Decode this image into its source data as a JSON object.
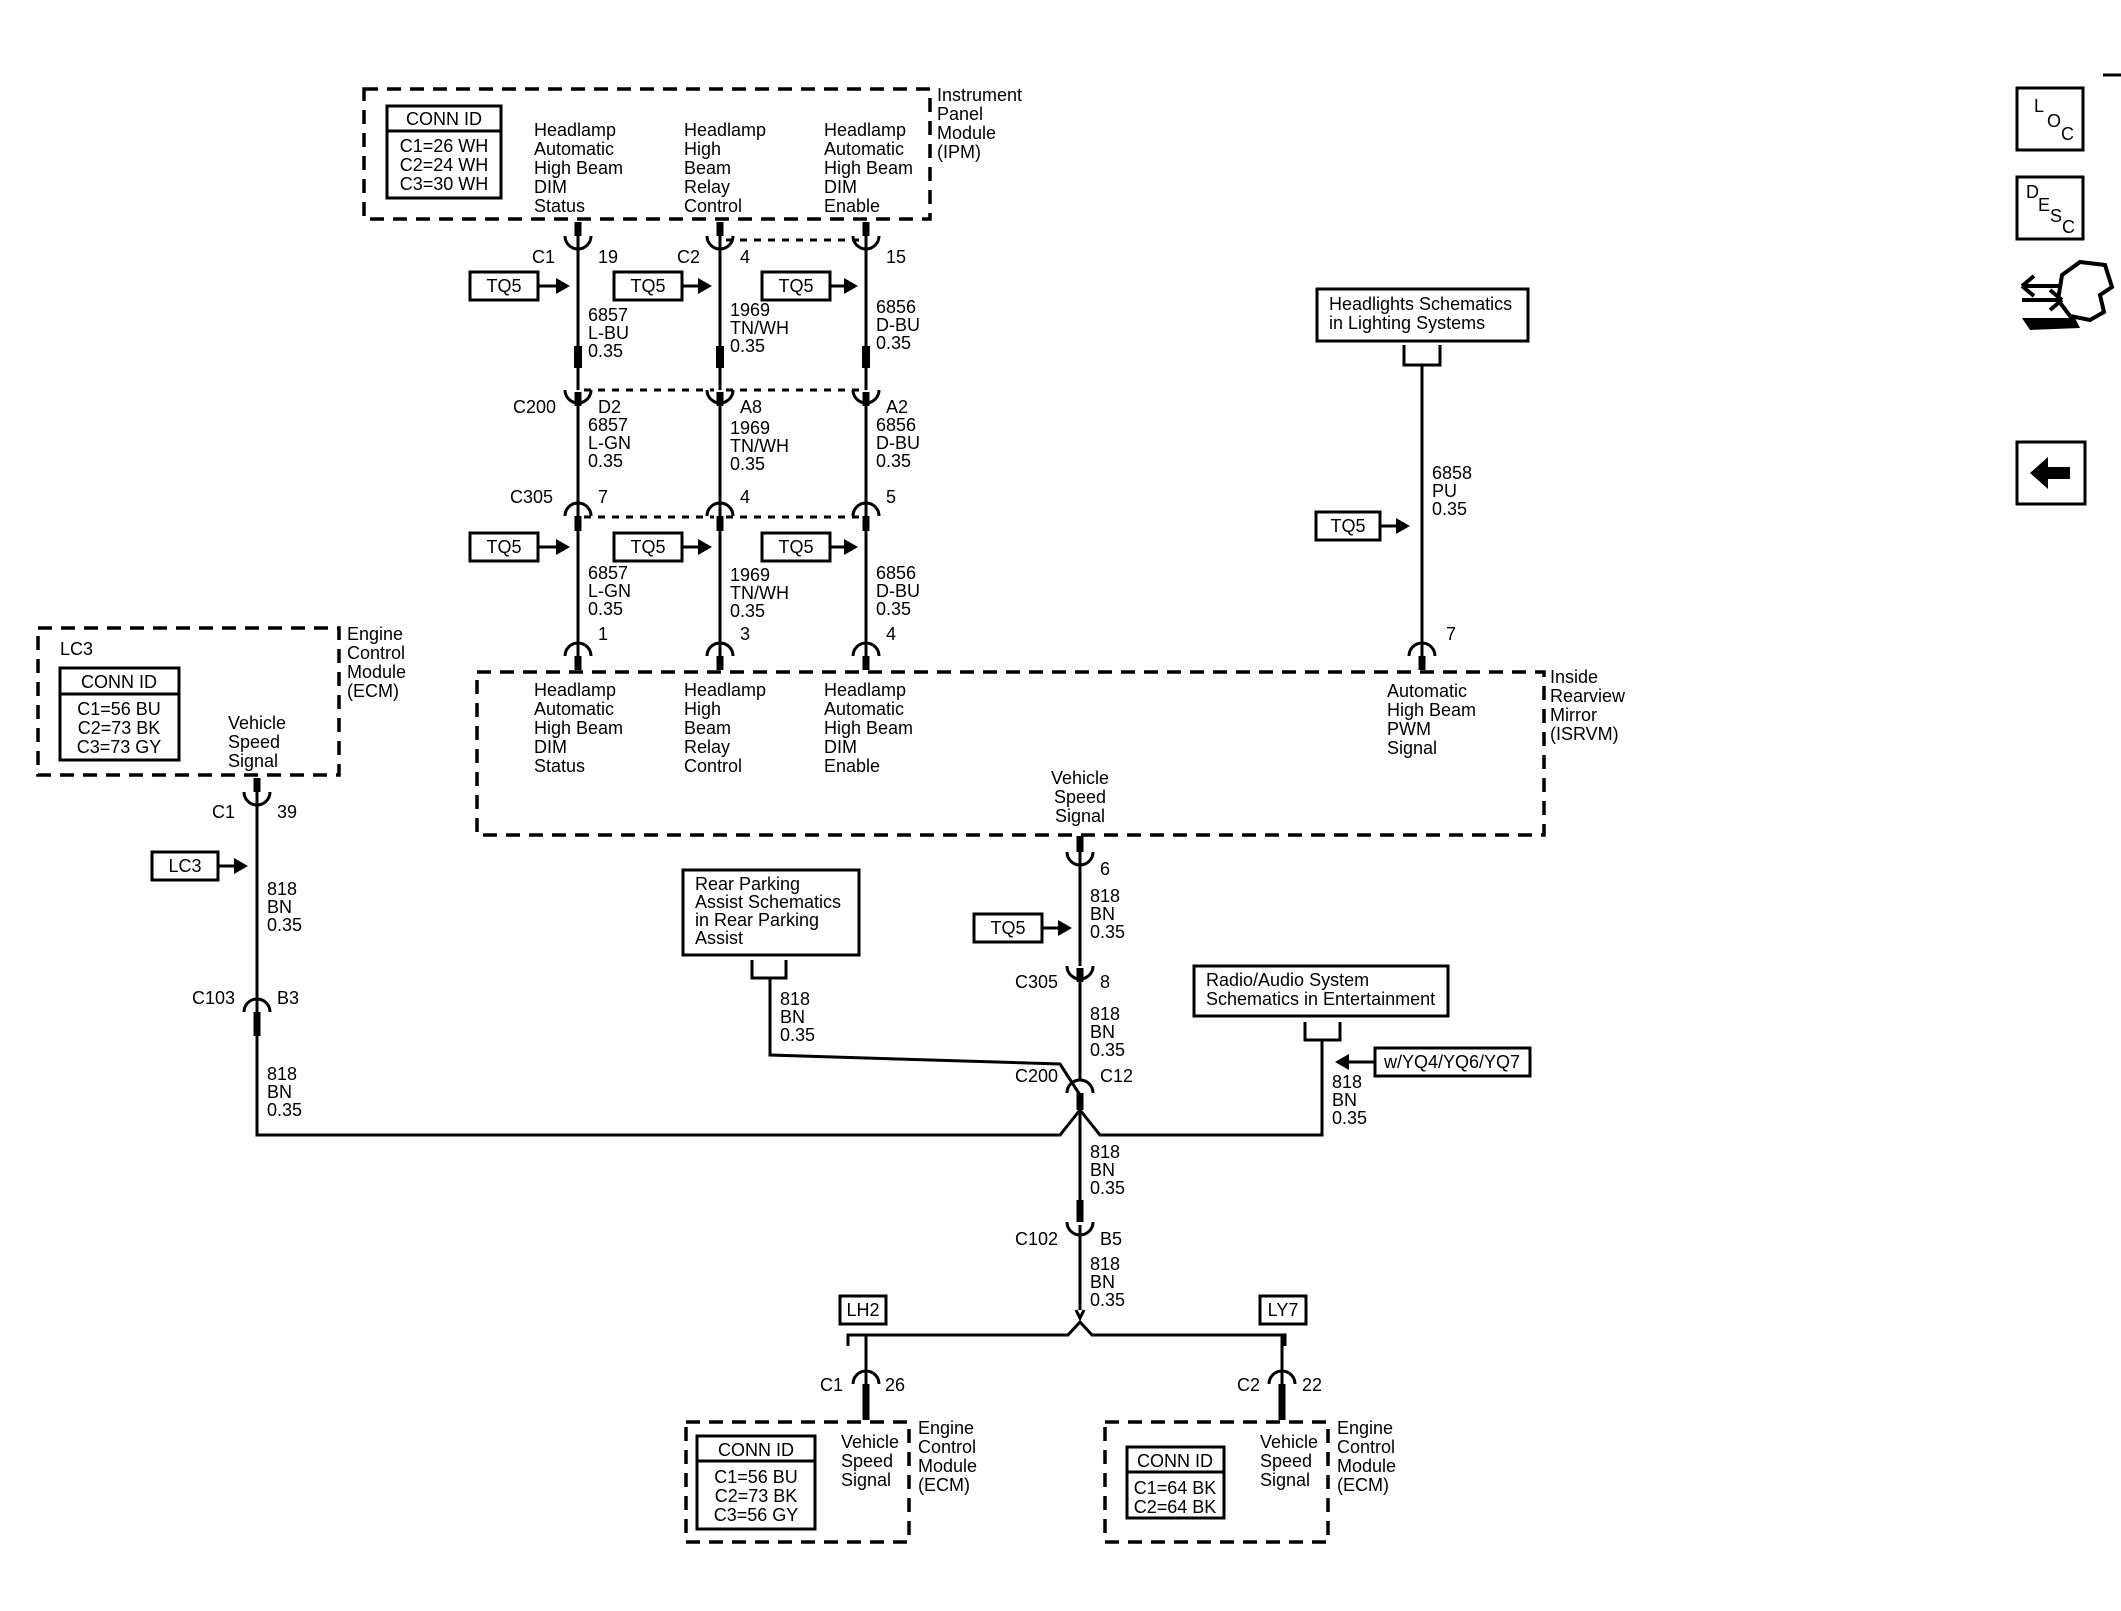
{
  "ipm": {
    "name": [
      "Instrument",
      "Panel",
      "Module",
      "(IPM)"
    ],
    "conn_id_title": "CONN ID",
    "conn_id": [
      "C1=26 WH",
      "C2=24 WH",
      "C3=30 WH"
    ],
    "pin_labels": [
      [
        "Headlamp",
        "Automatic",
        "High Beam",
        "DIM",
        "Status"
      ],
      [
        "Headlamp",
        "High",
        "Beam",
        "Relay",
        "Control"
      ],
      [
        "Headlamp",
        "Automatic",
        "High Beam",
        "DIM",
        "Enable"
      ]
    ]
  },
  "isrvm": {
    "name": [
      "Inside",
      "Rearview",
      "Mirror",
      "(ISRVM)"
    ],
    "pin_labels": [
      [
        "Headlamp",
        "Automatic",
        "High Beam",
        "DIM",
        "Status"
      ],
      [
        "Headlamp",
        "High",
        "Beam",
        "Relay",
        "Control"
      ],
      [
        "Headlamp",
        "Automatic",
        "High Beam",
        "DIM",
        "Enable"
      ]
    ],
    "pwm_label": [
      "Automatic",
      "High Beam",
      "PWM",
      "Signal"
    ],
    "vss_label": [
      "Vehicle",
      "Speed",
      "Signal"
    ]
  },
  "ecm_left": {
    "option": "LC3",
    "name": [
      "Engine",
      "Control",
      "Module",
      "(ECM)"
    ],
    "conn_id_title": "CONN ID",
    "conn_id": [
      "C1=56 BU",
      "C2=73 BK",
      "C3=73 GY"
    ],
    "pin_label": [
      "Vehicle",
      "Speed",
      "Signal"
    ]
  },
  "ecm_lh2": {
    "name": [
      "Engine",
      "Control",
      "Module",
      "(ECM)"
    ],
    "conn_id_title": "CONN ID",
    "conn_id": [
      "C1=56 BU",
      "C2=73 BK",
      "C3=56 GY"
    ],
    "pin_label": [
      "Vehicle",
      "Speed",
      "Signal"
    ]
  },
  "ecm_ly7": {
    "name": [
      "Engine",
      "Control",
      "Module",
      "(ECM)"
    ],
    "conn_id_title": "CONN ID",
    "conn_id": [
      "C1=64 BK",
      "C2=64 BK"
    ],
    "pin_label": [
      "Vehicle",
      "Speed",
      "Signal"
    ]
  },
  "connectors": {
    "c1": "C1",
    "c2": "C2",
    "c200": "C200",
    "c305": "C305",
    "c103": "C103",
    "c102": "C102",
    "c1_ecm": "C1",
    "c2_ecm": "C2",
    "c305_vss": "C305",
    "c200_vss": "C200",
    "c1_ecm_lh2": "C1",
    "c2_ecm_ly7": "C2"
  },
  "pins": {
    "ipm": [
      "19",
      "4",
      "15"
    ],
    "c200": [
      "D2",
      "A8",
      "A2"
    ],
    "c305": [
      "7",
      "4",
      "5"
    ],
    "isrvm": [
      "1",
      "3",
      "4"
    ],
    "isrvm_pwm": "7",
    "isrvm_vss": "6",
    "ecm_left": "39",
    "c103": "B3",
    "c305_vss": "8",
    "c200_vss": "C12",
    "c102": "B5",
    "ecm_lh2": "26",
    "ecm_ly7": "22"
  },
  "wires": {
    "w1_top": [
      "6857",
      "L-BU",
      "0.35"
    ],
    "w2_top": [
      "1969",
      "TN/WH",
      "0.35"
    ],
    "w3_top": [
      "6856",
      "D-BU",
      "0.35"
    ],
    "w1_mid": [
      "6857",
      "L-GN",
      "0.35"
    ],
    "w2_mid": [
      "1969",
      "TN/WH",
      "0.35"
    ],
    "w3_mid": [
      "6856",
      "D-BU",
      "0.35"
    ],
    "w1_bot": [
      "6857",
      "L-GN",
      "0.35"
    ],
    "w2_bot": [
      "1969",
      "TN/WH",
      "0.35"
    ],
    "w3_bot": [
      "6856",
      "D-BU",
      "0.35"
    ],
    "pwm": [
      "6858",
      "PU",
      "0.35"
    ],
    "ecm_left_top": [
      "818",
      "BN",
      "0.35"
    ],
    "ecm_left_bot": [
      "818",
      "BN",
      "0.35"
    ],
    "vss_1": [
      "818",
      "BN",
      "0.35"
    ],
    "vss_2": [
      "818",
      "BN",
      "0.35"
    ],
    "vss_3": [
      "818",
      "BN",
      "0.35"
    ],
    "vss_4": [
      "818",
      "BN",
      "0.35"
    ],
    "parking": [
      "818",
      "BN",
      "0.35"
    ],
    "radio": [
      "818",
      "BN",
      "0.35"
    ]
  },
  "refs": {
    "tq5": "TQ5",
    "lc3": "LC3",
    "lh2": "LH2",
    "ly7": "LY7",
    "yq": "w/YQ4/YQ6/YQ7",
    "headlights": [
      "Headlights Schematics",
      "in Lighting Systems"
    ],
    "parking": [
      "Rear Parking",
      "Assist Schematics",
      "in Rear Parking",
      "Assist"
    ],
    "radio": [
      "Radio/Audio System",
      "Schematics in Entertainment"
    ]
  },
  "nav": {
    "loc": [
      "L",
      "O",
      "C"
    ],
    "desc": [
      "D",
      "E",
      "S",
      "C"
    ],
    "connector_icon": "connector-icon",
    "back_icon": "back-arrow-icon"
  }
}
